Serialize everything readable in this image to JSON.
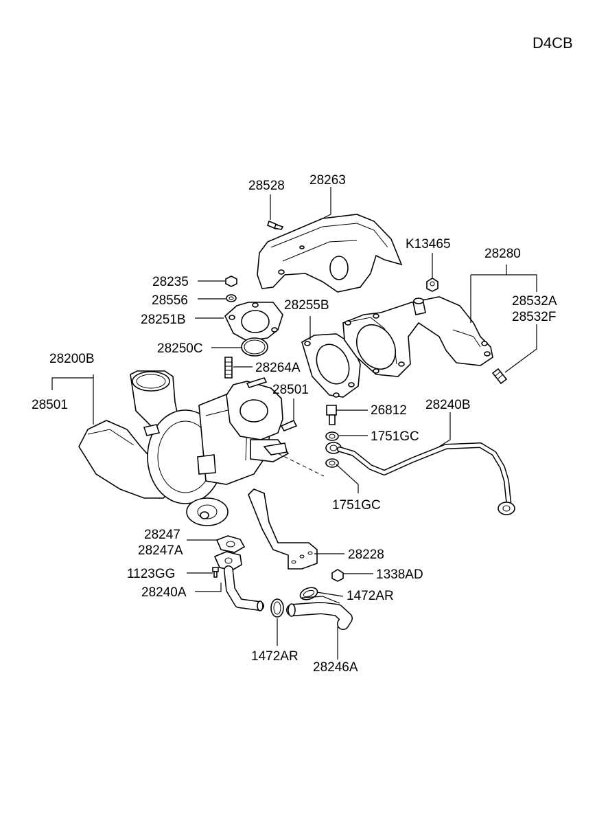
{
  "diagram_code": "D4CB",
  "labels": {
    "p28528": "28528",
    "p28263": "28263",
    "pK13465": "K13465",
    "p28280": "28280",
    "p28235": "28235",
    "p28556": "28556",
    "p28251B": "28251B",
    "p28255B": "28255B",
    "p28532A": "28532A",
    "p28532F": "28532F",
    "p28250C": "28250C",
    "p28264A": "28264A",
    "p28200B": "28200B",
    "p28501_left": "28501",
    "p28501_right": "28501",
    "p26812": "26812",
    "p28240B": "28240B",
    "p1751GC_top": "1751GC",
    "p1751GC_bottom": "1751GC",
    "p28247": "28247",
    "p28247A": "28247A",
    "p28228": "28228",
    "p1123GG": "1123GG",
    "p1338AD": "1338AD",
    "p28240A": "28240A",
    "p1472AR_right": "1472AR",
    "p1472AR_bottom": "1472AR",
    "p28246A": "28246A"
  }
}
